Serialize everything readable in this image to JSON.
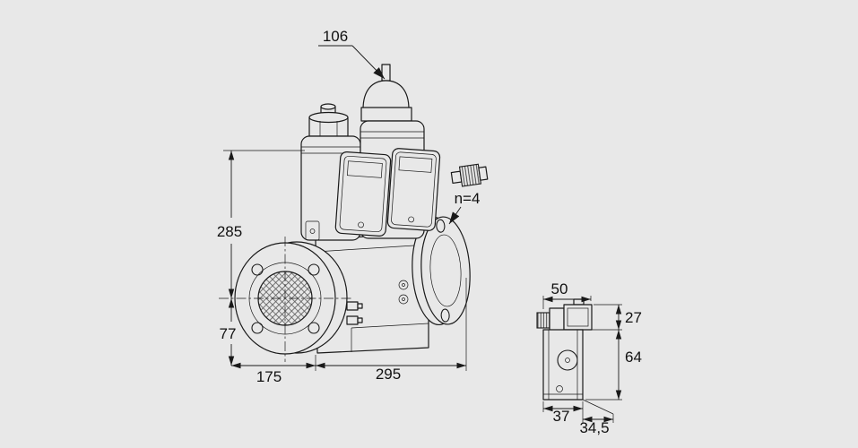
{
  "page": {
    "background_color": "#e8e8e8",
    "line_color": "#1a1a1a"
  },
  "main_view": {
    "dims": {
      "stem_width": "106",
      "overall_height": "285",
      "axis_to_bottom": "77",
      "inlet_face_to_center": "175",
      "center_to_outlet": "295",
      "flange_bolt_holes": "n=4"
    }
  },
  "side_view": {
    "dims": {
      "width": "50",
      "connector_height": "27",
      "body_height": "64",
      "depth": "37",
      "offset": "34,5"
    }
  }
}
